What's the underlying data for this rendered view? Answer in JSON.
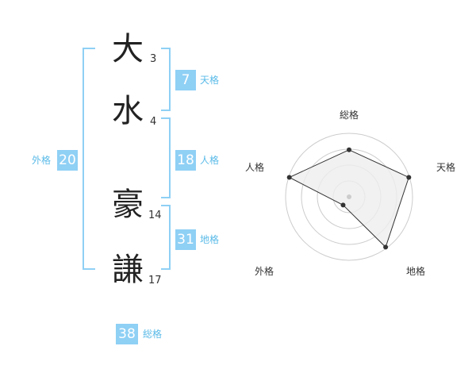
{
  "name": {
    "characters": [
      {
        "char": "大",
        "strokes": "3"
      },
      {
        "char": "水",
        "strokes": "4"
      },
      {
        "char": "豪",
        "strokes": "14"
      },
      {
        "char": "謙",
        "strokes": "17"
      }
    ]
  },
  "fortunes": {
    "tenkaku": {
      "value": "7",
      "label": "天格"
    },
    "jinkaku": {
      "value": "18",
      "label": "人格"
    },
    "chikaku": {
      "value": "31",
      "label": "地格"
    },
    "gaikaku": {
      "value": "20",
      "label": "外格"
    },
    "soukaku": {
      "value": "38",
      "label": "総格"
    }
  },
  "radar": {
    "axes": [
      "総格",
      "天格",
      "地格",
      "外格",
      "人格"
    ],
    "values": [
      0.74,
      0.99,
      0.98,
      0.16,
      0.99
    ],
    "rings": 4,
    "colors": {
      "ring": "#cccccc",
      "fill": "#eeeeee",
      "line": "#333333",
      "point": "#333333",
      "center": "#cccccc"
    }
  },
  "colors": {
    "accent": "#8fd0f5",
    "accent_text": "#5bbbe8"
  }
}
